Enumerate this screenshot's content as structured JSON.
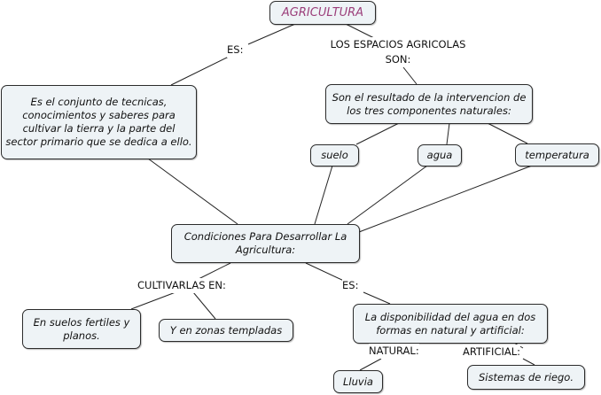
{
  "colors": {
    "title": "#9b3e7a",
    "node_bg": "#eef3f6",
    "border": "#2b2b2b"
  },
  "nodes": {
    "agricultura": "AGRICULTURA",
    "definicion": "Es el conjunto de tecnicas, conocimientos y saberes para cultivar la tierra y la parte del sector primario que se dedica a ello.",
    "resultado": "Son el resultado de la intervencion de los tres componentes naturales:",
    "suelo": "suelo",
    "agua": "agua",
    "temperatura": "temperatura",
    "condiciones": "Condiciones Para Desarrollar La Agricultura:",
    "suelos_fertiles": "En suelos fertiles y planos.",
    "zonas_templadas": "Y en zonas templadas",
    "disponibilidad": "La disponibilidad del agua en dos formas en natural y artificial:",
    "lluvia": "Lluvia",
    "riego": "Sistemas de riego."
  },
  "links": {
    "es_1": "ES:",
    "espacios_1": "LOS ESPACIOS AGRICOLAS",
    "espacios_2": "SON:",
    "cultivarlas": "CULTIVARLAS EN:",
    "es_2": "ES:",
    "natural": "NATURAL:",
    "artificial": "ARTIFICIAL:"
  }
}
